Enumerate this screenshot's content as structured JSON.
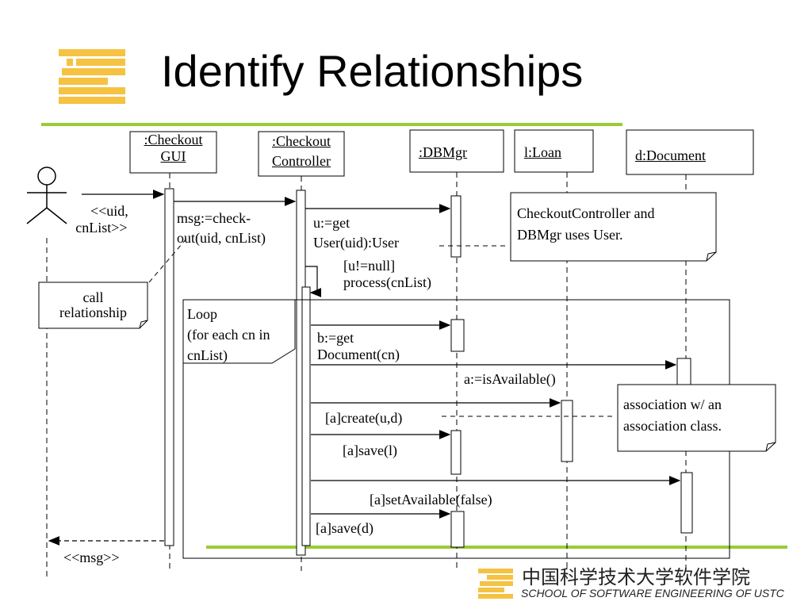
{
  "slide": {
    "title": "Identify Relationships",
    "accent_color": "#99cc33",
    "logo_color": "#f5c242"
  },
  "objects": {
    "checkout_gui": [
      ":Checkout",
      "GUI"
    ],
    "checkout_controller": [
      ":Checkout",
      "Controller"
    ],
    "dbmgr": ":DBMgr",
    "loan": "l:Loan",
    "document": "d:Document"
  },
  "messages": {
    "uid_cnlist": [
      "<<uid,",
      "cnList>>"
    ],
    "checkout_call": [
      "msg:=check-",
      "out(uid, cnList)"
    ],
    "get_user": [
      "u:=get",
      "User(uid):User"
    ],
    "guard_process": [
      "[u!=null]",
      "process(cnList)"
    ],
    "get_document": [
      "b:=get",
      "Document(cn)"
    ],
    "is_available": "a:=isAvailable()",
    "create": "[a]create(u,d)",
    "save_loan": "[a]save(l)",
    "set_available": "[a]setAvailable(false)",
    "save_doc": "[a]save(d)",
    "return_msg": "<<msg>>"
  },
  "loop_frame": [
    "Loop",
    "(for each cn in",
    "cnList)"
  ],
  "notes": {
    "call_relationship": [
      "call",
      "relationship"
    ],
    "uses_user": [
      "CheckoutController and",
      "DBMgr uses User."
    ],
    "association_class": [
      "association w/ an",
      "association class."
    ]
  },
  "footer": {
    "school_cn": "中国科学技术大学软件学院",
    "school_en": "SCHOOL OF SOFTWARE ENGINEERING OF USTC"
  }
}
